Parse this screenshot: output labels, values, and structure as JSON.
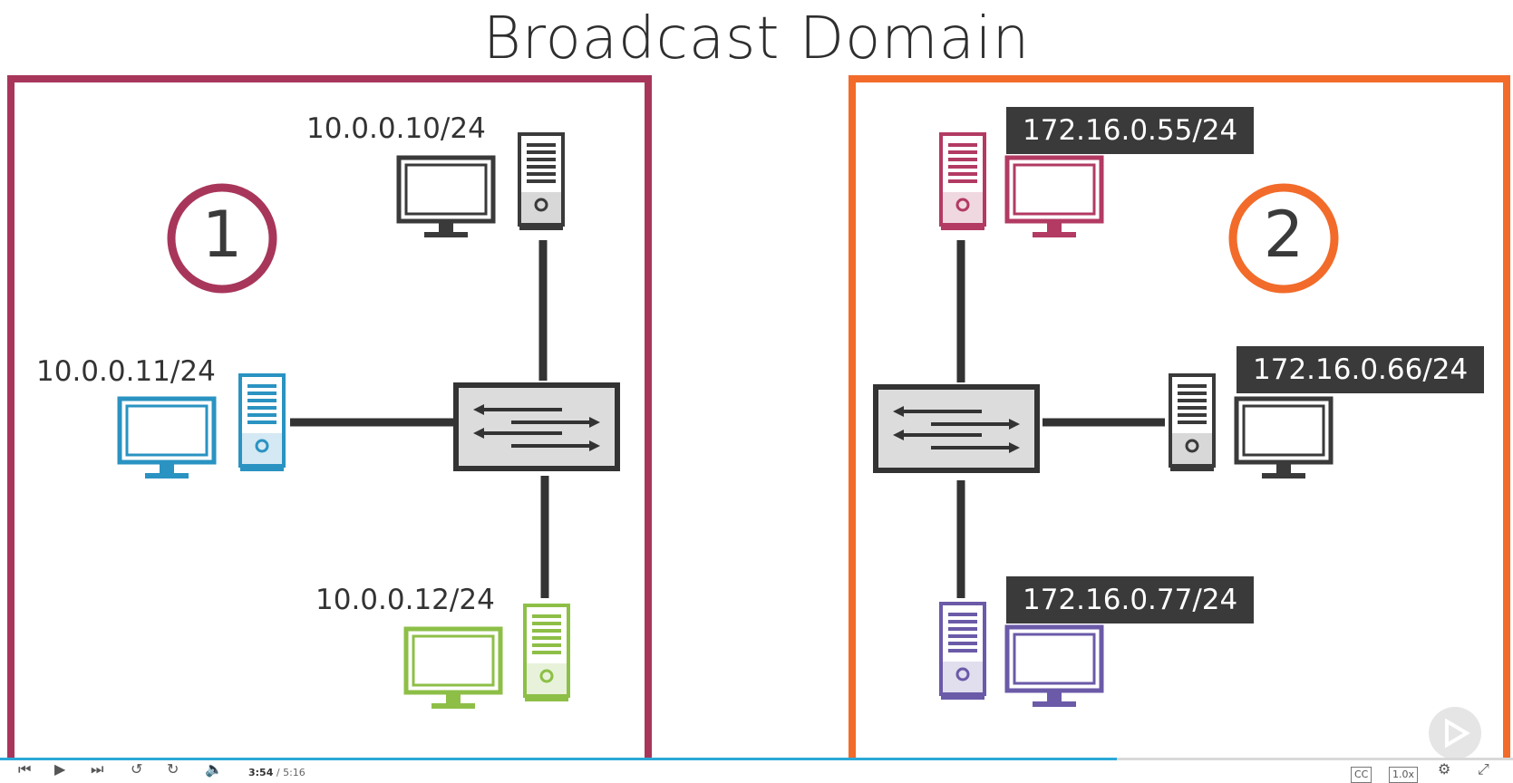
{
  "slide": {
    "title": "Broadcast Domain",
    "domain1": {
      "number": "1",
      "border_color": "#a8365b",
      "hosts": [
        {
          "ip": "10.0.0.10/24",
          "color": "#3a3a3a"
        },
        {
          "ip": "10.0.0.11/24",
          "color": "#2a93c2"
        },
        {
          "ip": "10.0.0.12/24",
          "color": "#8dbf47"
        }
      ]
    },
    "domain2": {
      "number": "2",
      "border_color": "#f26b2a",
      "hosts": [
        {
          "ip": "172.16.0.55/24",
          "color": "#b23a63"
        },
        {
          "ip": "172.16.0.66/24",
          "color": "#3a3a3a"
        },
        {
          "ip": "172.16.0.77/24",
          "color": "#6b5aa8"
        }
      ]
    }
  },
  "player": {
    "current_time": "3:54",
    "separator": "/",
    "duration": "5:16",
    "progress": 0.738,
    "speed": "1.0x",
    "captions": "CC",
    "icons": [
      "skip-back-icon",
      "play-icon",
      "skip-forward-icon",
      "rewind-10-icon",
      "forward-10-icon",
      "volume-icon",
      "captions-icon",
      "speed-icon",
      "settings-icon",
      "fullscreen-icon"
    ]
  }
}
